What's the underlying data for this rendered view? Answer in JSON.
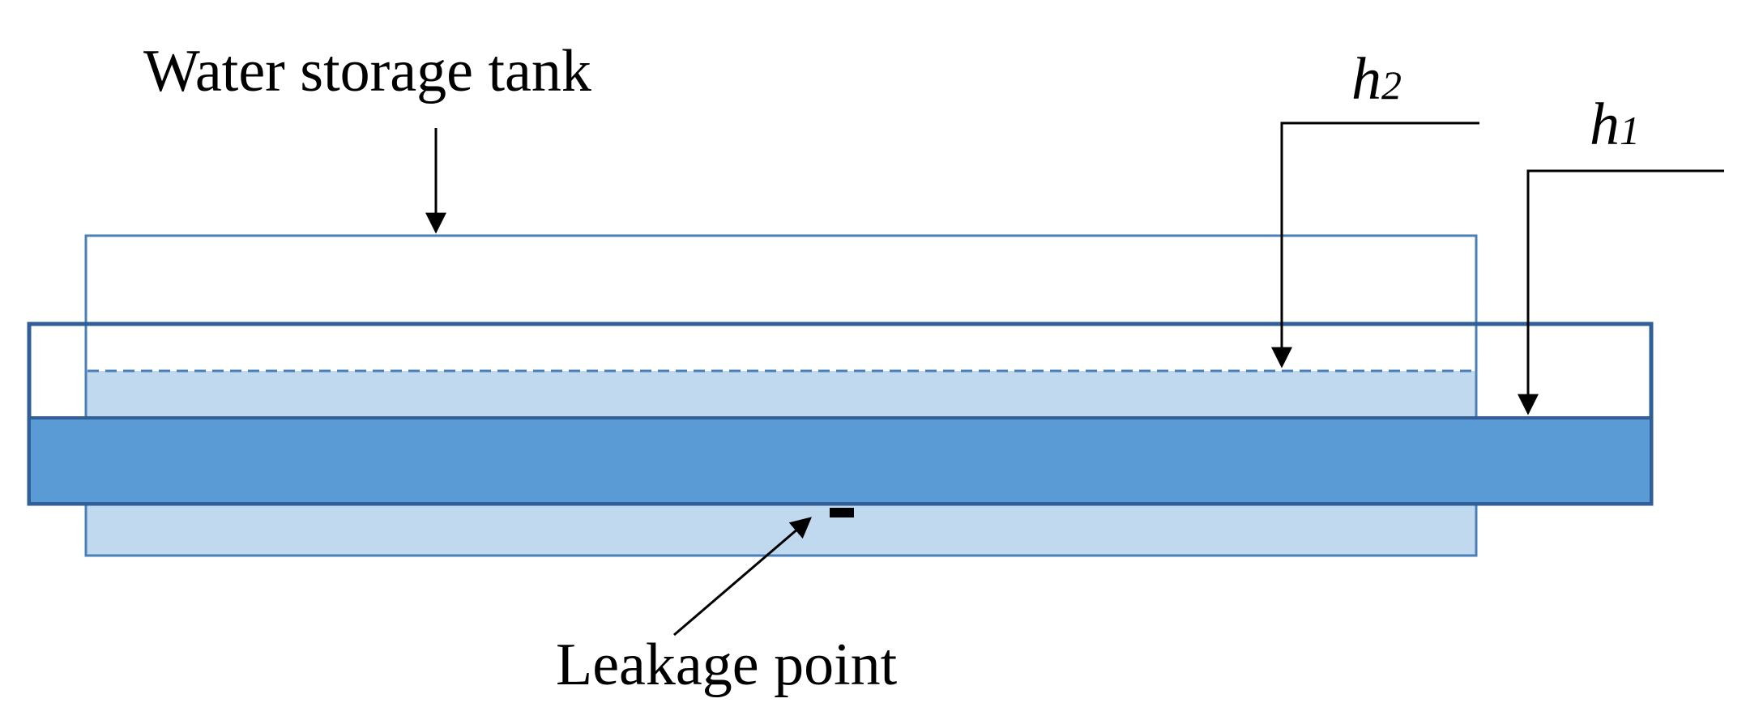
{
  "labels": {
    "tank": "Water storage tank",
    "leak": "Leakage point",
    "h2_base": "h",
    "h2_sub": "2",
    "h1_base": "h",
    "h1_sub": "1"
  },
  "colors": {
    "tank_outline": "#4a7fb8",
    "water_fill": "#c0d9ef",
    "pipe_fill": "#5b9bd5",
    "pipe_outline": "#2f5f96",
    "outer_outline": "#2f5f96",
    "leak_mark": "#000000",
    "line": "#000000"
  }
}
